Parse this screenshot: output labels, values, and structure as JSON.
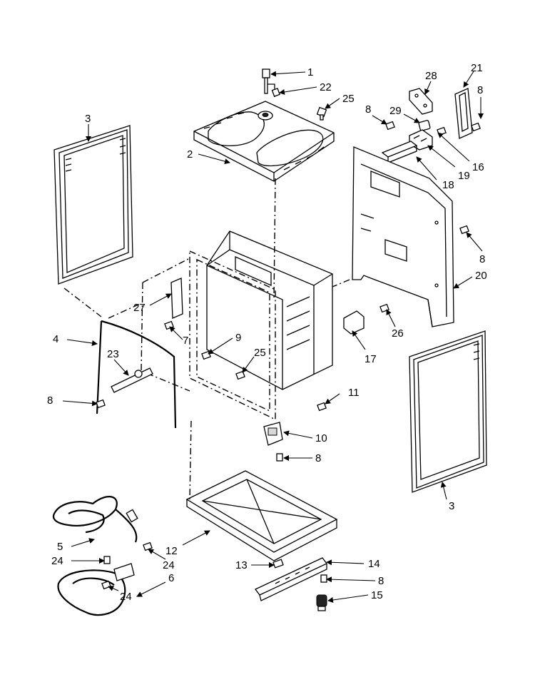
{
  "callouts": [
    {
      "id": "c1",
      "label": "1"
    },
    {
      "id": "c22",
      "label": "22"
    },
    {
      "id": "c25a",
      "label": "25"
    },
    {
      "id": "c2",
      "label": "2"
    },
    {
      "id": "c3a",
      "label": "3"
    },
    {
      "id": "c28",
      "label": "28"
    },
    {
      "id": "c21",
      "label": "21"
    },
    {
      "id": "c8a",
      "label": "8"
    },
    {
      "id": "c29",
      "label": "29"
    },
    {
      "id": "c8b",
      "label": "8"
    },
    {
      "id": "c16",
      "label": "16"
    },
    {
      "id": "c19",
      "label": "19"
    },
    {
      "id": "c18",
      "label": "18"
    },
    {
      "id": "c8c",
      "label": "8"
    },
    {
      "id": "c20",
      "label": "20"
    },
    {
      "id": "c27",
      "label": "27"
    },
    {
      "id": "c26",
      "label": "26"
    },
    {
      "id": "c4",
      "label": "4"
    },
    {
      "id": "c7",
      "label": "7"
    },
    {
      "id": "c9",
      "label": "9"
    },
    {
      "id": "c17",
      "label": "17"
    },
    {
      "id": "c23",
      "label": "23"
    },
    {
      "id": "c25b",
      "label": "25"
    },
    {
      "id": "c11",
      "label": "11"
    },
    {
      "id": "c8d",
      "label": "8"
    },
    {
      "id": "c10",
      "label": "10"
    },
    {
      "id": "c8e",
      "label": "8"
    },
    {
      "id": "c3b",
      "label": "3"
    },
    {
      "id": "c5",
      "label": "5"
    },
    {
      "id": "c12",
      "label": "12"
    },
    {
      "id": "c24a",
      "label": "24"
    },
    {
      "id": "c24b",
      "label": "24"
    },
    {
      "id": "c13",
      "label": "13"
    },
    {
      "id": "c14",
      "label": "14"
    },
    {
      "id": "c6",
      "label": "6"
    },
    {
      "id": "c8f",
      "label": "8"
    },
    {
      "id": "c24c",
      "label": "24"
    },
    {
      "id": "c15",
      "label": "15"
    }
  ]
}
